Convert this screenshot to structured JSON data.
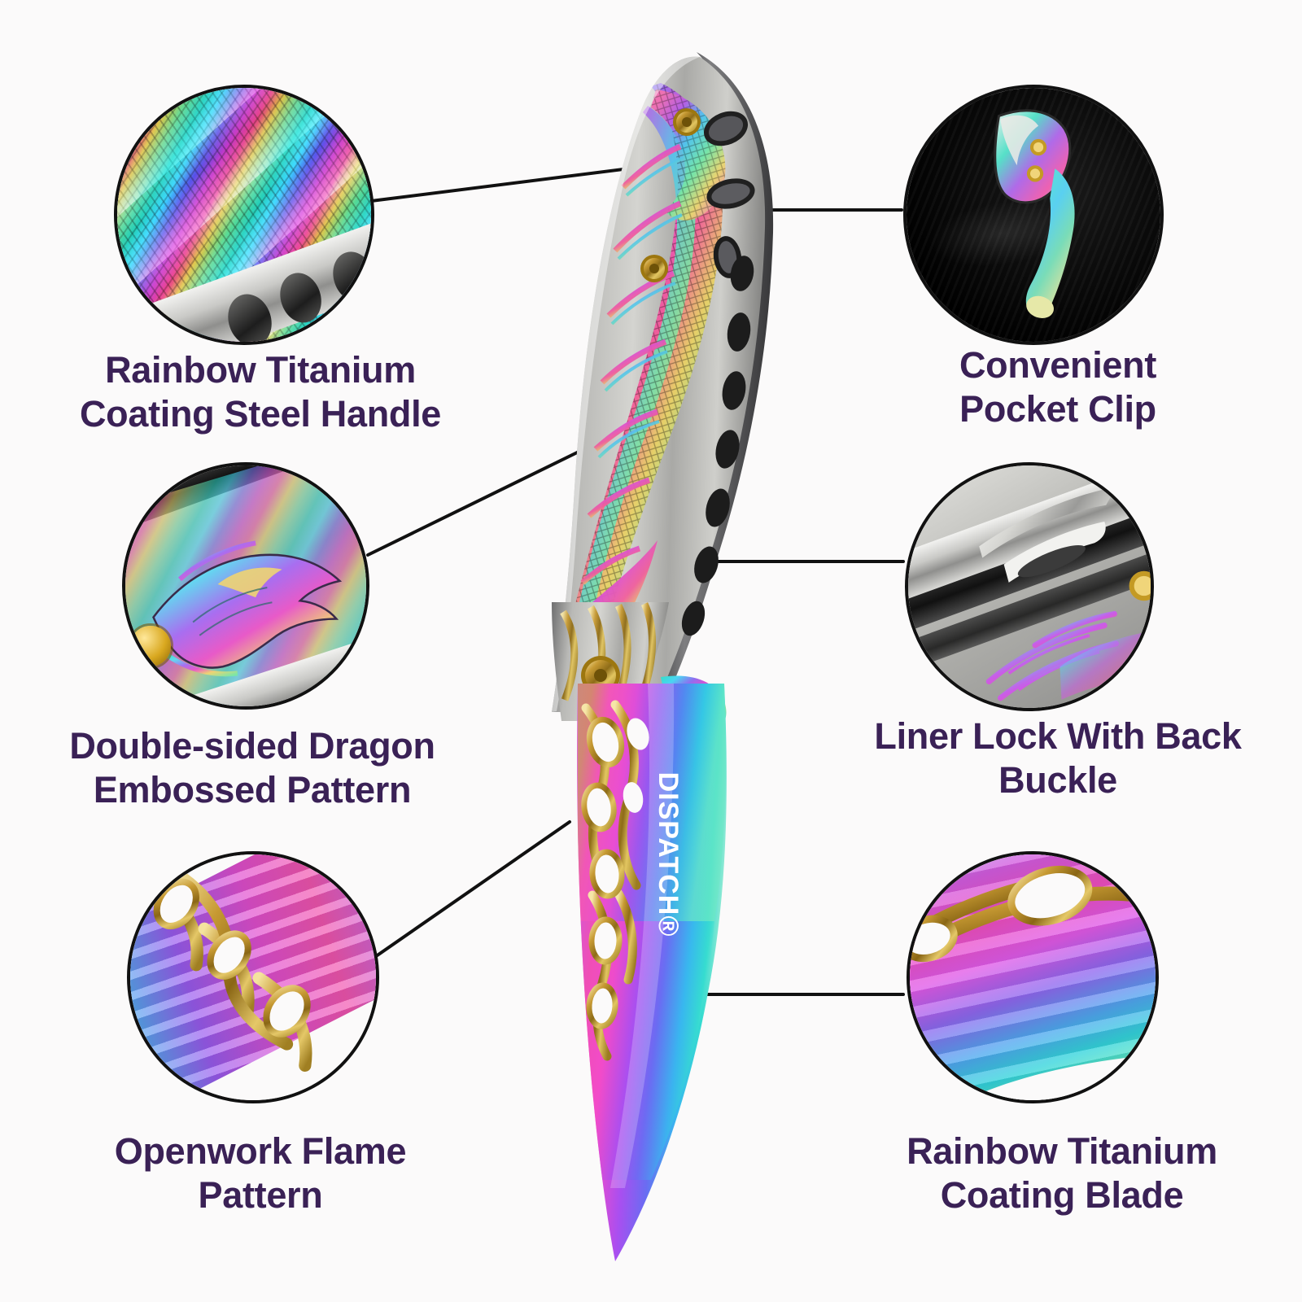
{
  "page": {
    "background_color": "#FBFAFA",
    "text_color": "#3A2156",
    "line_color": "#111111",
    "product_type": "folding pocket knife infographic"
  },
  "product": {
    "brand_mark": "DISPATCH®",
    "brand_mark_color": "#FFFFFF"
  },
  "features": [
    {
      "id": "rainbow-titanium-coating-steel-handle",
      "label_line1": "Rainbow Titanium",
      "label_line2": "Coating Steel Handle",
      "side": "left",
      "detail": "close-up of rainbow titanium coated steel handle spine with embossed scales"
    },
    {
      "id": "double-sided-dragon-embossed-pattern",
      "label_line1": "Double-sided Dragon",
      "label_line2": "Embossed Pattern",
      "side": "left",
      "detail": "close-up of embossed dragon relief on handle scale with gold screw"
    },
    {
      "id": "openwork-flame-pattern",
      "label_line1": "Openwork Flame",
      "label_line2": "Pattern",
      "side": "left",
      "detail": "close-up of pierced flame cutouts along the blade spine"
    },
    {
      "id": "convenient-pocket-clip",
      "label_line1": "Convenient",
      "label_line2": "Pocket Clip",
      "side": "right",
      "detail": "knife clipped to black fabric pocket showing rainbow pocket clip"
    },
    {
      "id": "liner-lock-with-back-buckle",
      "label_line1": "Liner Lock With Back",
      "label_line2": "Buckle",
      "side": "right",
      "detail": "close-up of steel liner lock bar and back buckle next to dragon relief"
    },
    {
      "id": "rainbow-titanium-coating-blade",
      "label_line1": "Rainbow Titanium",
      "label_line2": "Coating Blade",
      "side": "right",
      "detail": "close-up of rainbow titanium coated blade surface with flame cutouts"
    }
  ]
}
